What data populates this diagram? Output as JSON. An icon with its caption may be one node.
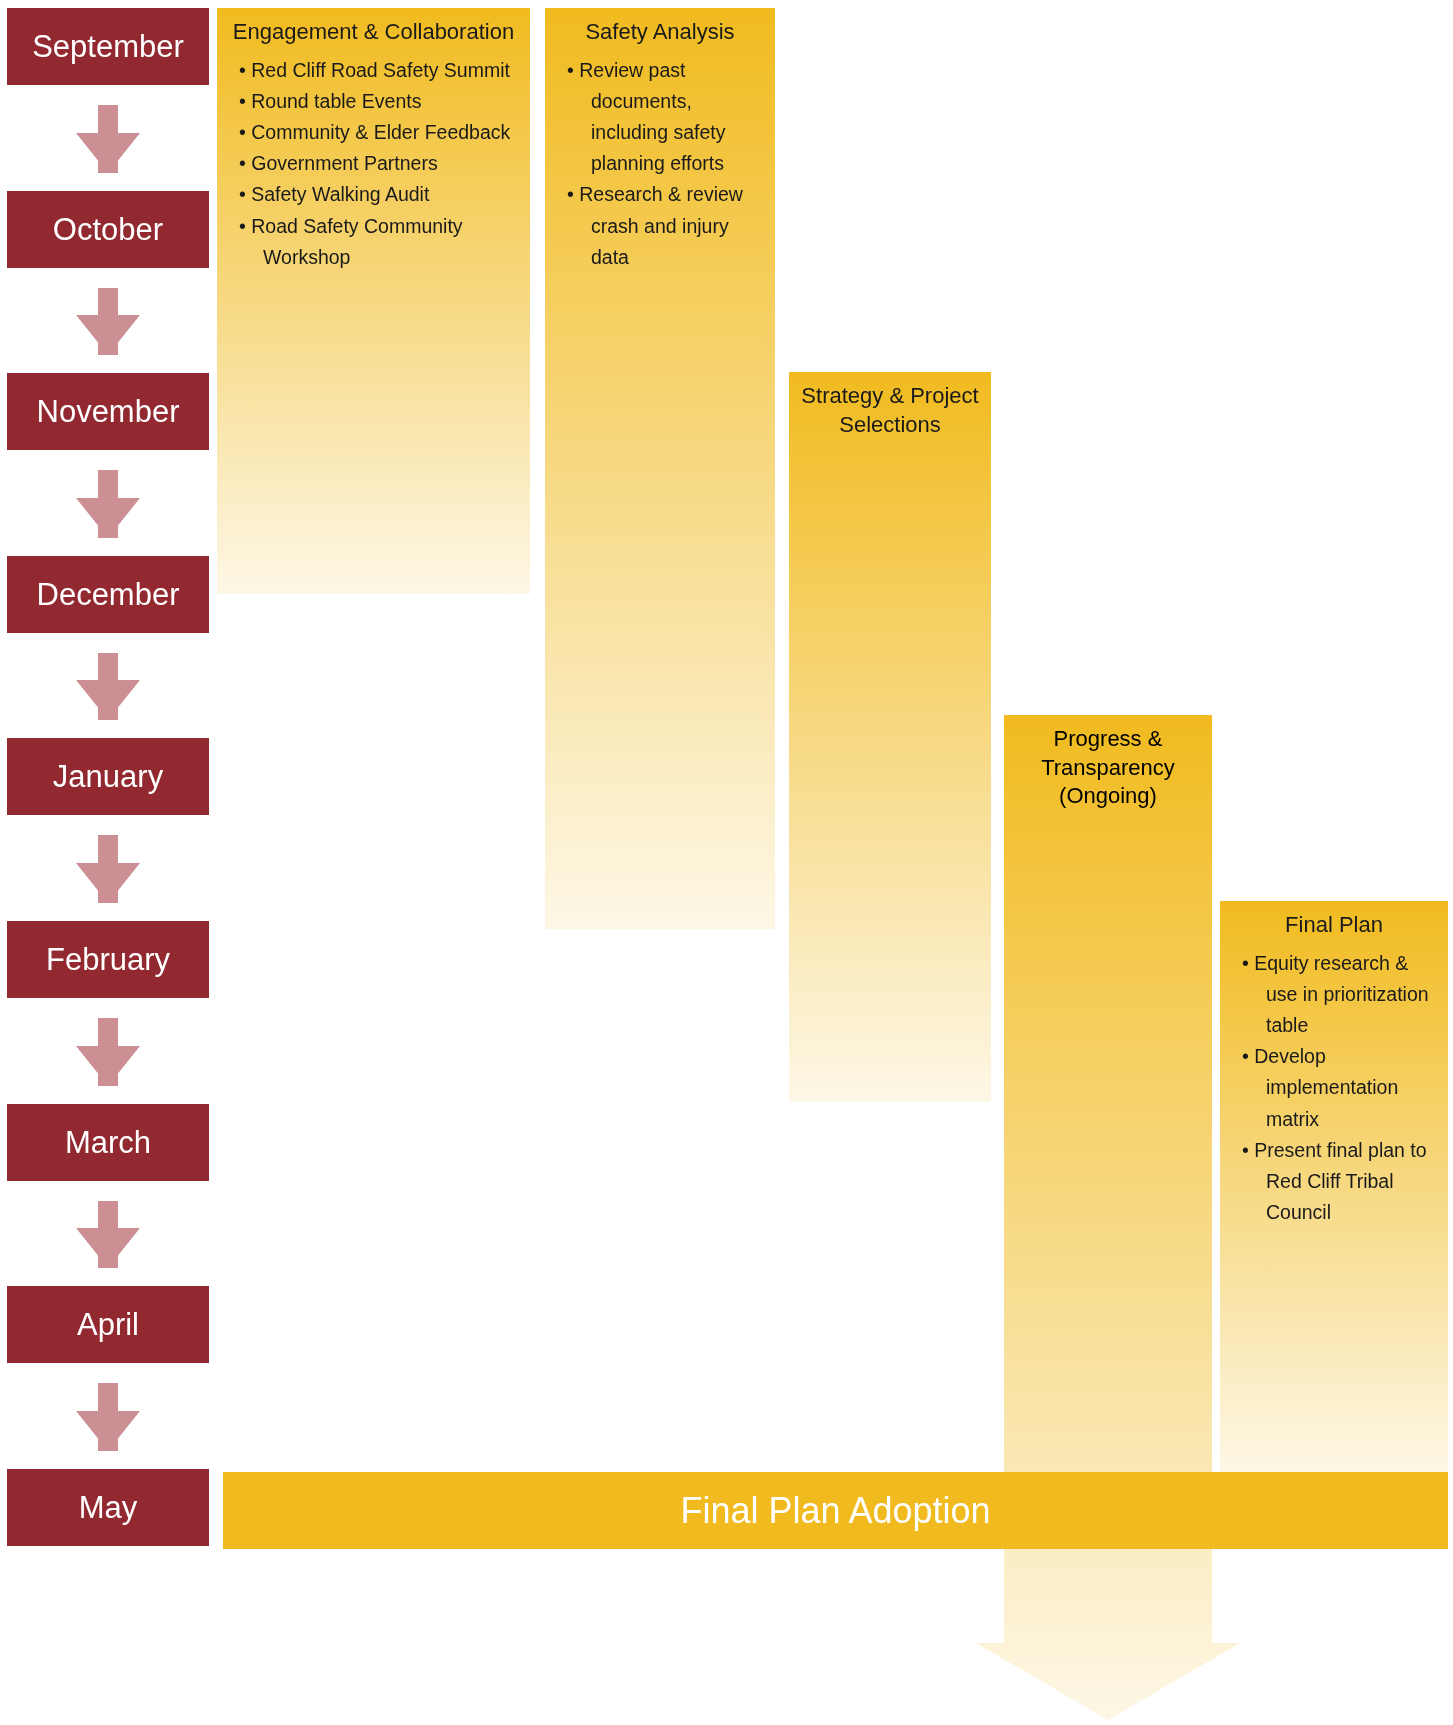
{
  "diagram": {
    "nodes": [
      {
        "text": [
          "September"
        ]
      },
      {
        "text": [
          "October"
        ]
      },
      {
        "text": [
          "November"
        ]
      },
      {
        "text": [
          "December"
        ]
      },
      {
        "text": [
          "January"
        ]
      },
      {
        "text": [
          "February"
        ]
      },
      {
        "text": [
          "March"
        ]
      },
      {
        "text": [
          "April"
        ]
      },
      {
        "text": [
          "May"
        ]
      },
      {
        "text": [
          "Engagement & Collaboration",
          "• Red Cliff Road Safety Summit",
          "• Round table Events",
          "• Community & Elder Feedback",
          "• Government Partners",
          "• Safety Walking Audit",
          "• Road Safety Community Workshop"
        ]
      },
      {
        "text": [
          "Safety Analysis",
          "• Review past documents, including safety planning efforts",
          "• Research & review crash and injury data"
        ]
      },
      {
        "text": [
          "Strategy & Project Selections"
        ]
      },
      {
        "text": [
          "Progress & Transparency (Ongoing)"
        ]
      },
      {
        "text": [
          "Final Plan",
          "• Equity research & use in prioritization table",
          "• Develop implementation matrix",
          "• Present final plan to Red Cliff Tribal Council"
        ]
      },
      {
        "text": [
          "Final Plan Adoption"
        ]
      }
    ],
    "edges": [
      {
        "from": 0,
        "to": 1,
        "arrow": "to"
      },
      {
        "from": 1,
        "to": 2,
        "arrow": "to"
      },
      {
        "from": 2,
        "to": 3,
        "arrow": "to"
      },
      {
        "from": 3,
        "to": 4,
        "arrow": "to"
      },
      {
        "from": 4,
        "to": 5,
        "arrow": "to"
      },
      {
        "from": 5,
        "to": 6,
        "arrow": "to"
      },
      {
        "from": 6,
        "to": 7,
        "arrow": "to"
      },
      {
        "from": 7,
        "to": 8,
        "arrow": "to"
      }
    ]
  }
}
